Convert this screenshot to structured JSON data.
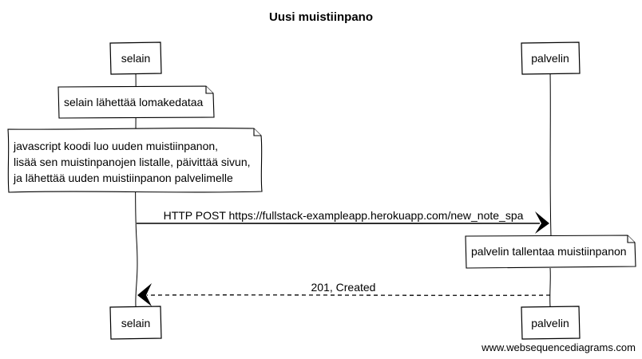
{
  "diagram": {
    "title": "Uusi muistiinpano",
    "participants": [
      {
        "name": "selain"
      },
      {
        "name": "palvelin"
      }
    ],
    "notes": [
      {
        "lines": [
          "selain lähettää lomakedataa"
        ]
      },
      {
        "lines": [
          "javascript koodi luo uuden muistiinpanon,",
          "lisää sen muistinpanojen listalle, päivittää sivun,",
          "ja lähettää uuden muistiinpanon palvelimelle"
        ]
      },
      {
        "lines": [
          "palvelin tallentaa muistiinpanon"
        ]
      }
    ],
    "messages": [
      {
        "from": "selain",
        "to": "palvelin",
        "label": "HTTP POST https://fullstack-exampleapp.herokuapp.com/new_note_spa",
        "style": "solid"
      },
      {
        "from": "palvelin",
        "to": "selain",
        "label": "201, Created",
        "style": "dashed"
      }
    ],
    "watermark": "www.websequencediagrams.com"
  }
}
